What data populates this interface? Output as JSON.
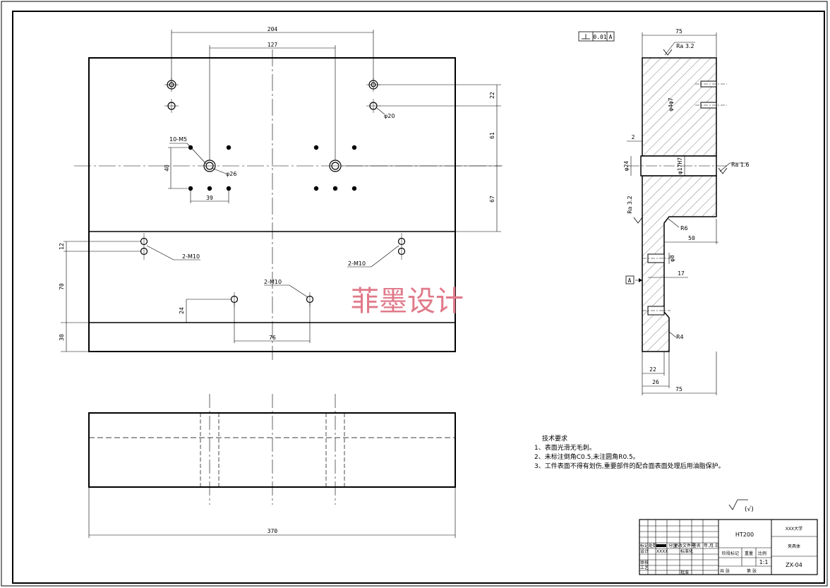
{
  "front_view": {
    "dims": {
      "d204": "204",
      "d127": "127",
      "d22": "22",
      "d61": "61",
      "d67": "67",
      "d40": "40",
      "d39": "39",
      "d12": "12",
      "d70": "70",
      "d30": "30",
      "d24": "24",
      "d76": "76"
    },
    "labels": {
      "m5": "10-M5",
      "phi26": "φ26",
      "phi20": "φ20",
      "m10_left": "2-M10",
      "m10_right": "2-M10",
      "m10_mid": "2-M10"
    }
  },
  "top_view": {
    "dims": {
      "d370": "370"
    }
  },
  "section_view": {
    "tolerance": "0.01",
    "datum": "A",
    "datum_label": "A",
    "dims": {
      "top75": "75",
      "d2": "2",
      "d24": "φ24",
      "d17h7": "φ17H7",
      "d50": "50",
      "d17": "17",
      "d8": "φ8",
      "d22": "22",
      "d26": "26",
      "bot75": "75",
      "m_vert": "φ4φ7"
    },
    "labels": {
      "ra32_top": "Ra 3.2",
      "ra16": "Ra 1.6",
      "ra32_side": "Ra 3.2",
      "r6": "R6",
      "r4": "R4"
    }
  },
  "watermark": "菲墨设计",
  "notes": {
    "title": "技术要求",
    "items": [
      "1、表面光滑无毛刺。",
      "2、未标注倒角C0.5,未注圆角R0.5。",
      "3、工件表面不得有划伤,重要部件的配合面表面处理后用油脂保护。"
    ]
  },
  "roughness": "(√)",
  "title_block": {
    "material": "HT200",
    "school": "XXX大学",
    "part_name": "夹具体",
    "drawing_no": "ZX-04",
    "scale": "1:1",
    "designer": "XXXX",
    "h_biaoji": "标记",
    "h_chushu": "处数",
    "h_fenqu": "分区",
    "h_genggai": "更改文件号",
    "h_qianming": "签名",
    "h_date": "年.月.日",
    "h_sheji": "设计",
    "h_biaozhunhua": "标准化",
    "h_shenhe": "审核",
    "h_gongyi": "工艺",
    "h_pizhun": "批准",
    "h_jieduan": "阶段标记",
    "h_zhongliang": "重量",
    "h_bili": "比例",
    "h_gong": "共 张",
    "h_di": "第 张"
  }
}
